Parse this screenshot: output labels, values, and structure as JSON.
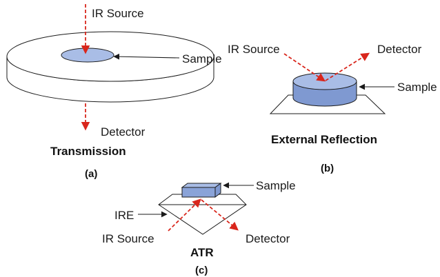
{
  "panels": {
    "a": {
      "title": "Transmission",
      "tag": "(a)",
      "source_label": "IR Source",
      "sample_label": "Sample",
      "detector_label": "Detector"
    },
    "b": {
      "title": "External Reflection",
      "tag": "(b)",
      "source_label": "IR Source",
      "sample_label": "Sample",
      "detector_label": "Detector"
    },
    "c": {
      "title": "ATR",
      "tag": "(c)",
      "source_label": "IR Source",
      "sample_label": "Sample",
      "detector_label": "Detector",
      "ire_label": "IRE"
    }
  },
  "colors": {
    "beam": "#d9261c",
    "sample_fill": "#a9bde6",
    "sample_side": "#7f99d1",
    "outline": "#1a1a1a"
  }
}
